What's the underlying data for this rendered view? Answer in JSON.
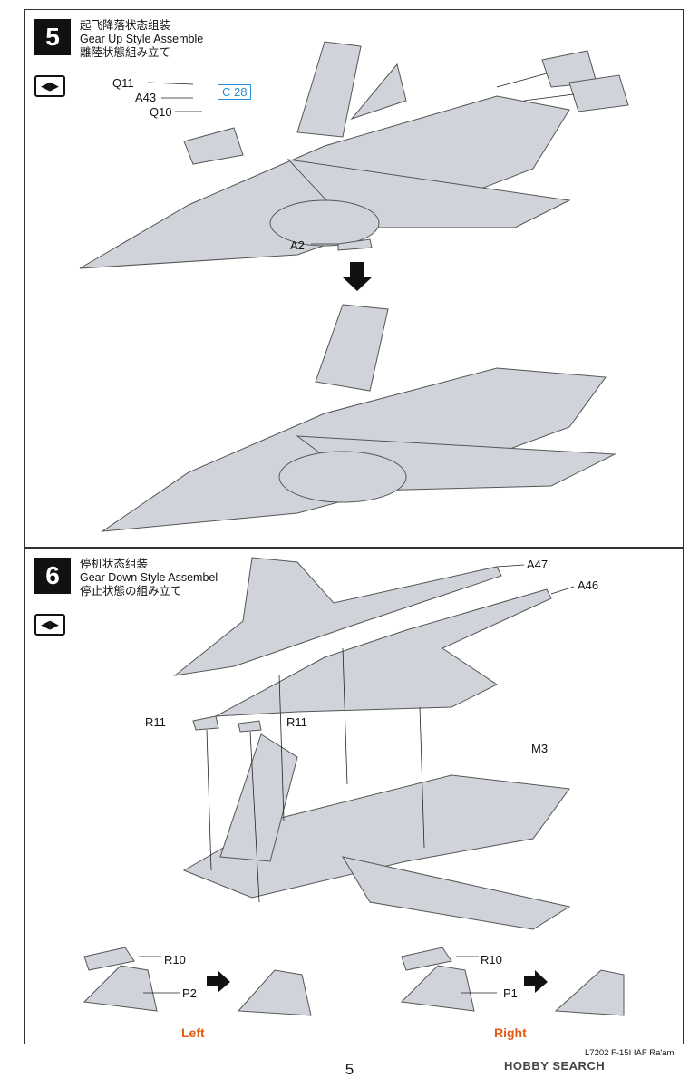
{
  "step5": {
    "number": "5",
    "title_zh": "起飞降落状态组装",
    "title_en": "Gear Up Style Assemble",
    "title_ja": "離陸状態組み立て",
    "parts": {
      "q11": "Q11",
      "a43": "A43",
      "c28": "C 28",
      "q10": "Q10",
      "a2": "A2"
    }
  },
  "step6": {
    "number": "6",
    "title_zh": "停机状态组装",
    "title_en": "Gear Down Style Assembel",
    "title_ja": "停止状態の組み立て",
    "parts": {
      "a47": "A47",
      "a46": "A46",
      "r11_left": "R11",
      "r11_right": "R11",
      "m3": "M3",
      "r10_left": "R10",
      "p2": "P2",
      "r10_right": "R10",
      "p1": "P1"
    },
    "left_label": "Left",
    "right_label": "Right"
  },
  "footer": {
    "code": "L7202 F-15I IAF Ra'am",
    "watermark": "HOBBY SEARCH",
    "page_number": "5"
  },
  "colors": {
    "label_orange": "#e25c16",
    "callout_blue": "#2a8fd6",
    "part_gray": "#c8ccd2"
  }
}
